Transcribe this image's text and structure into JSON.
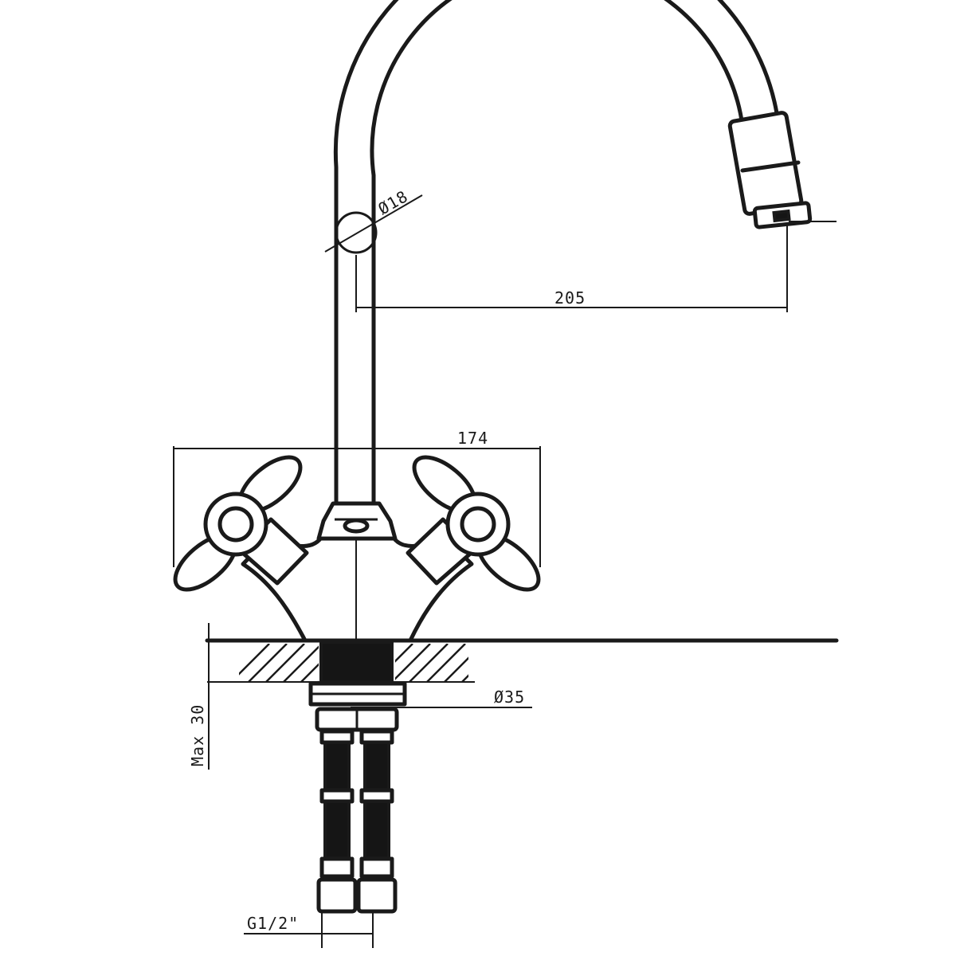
{
  "dimensions": {
    "pipe_diameter": "Ø18",
    "spout_reach": "205",
    "handle_span": "174",
    "base_diameter": "Ø35",
    "max_thickness": "Max 30",
    "thread": "G1/2\""
  },
  "colors": {
    "line": "#1a1a1a",
    "background": "#ffffff"
  }
}
